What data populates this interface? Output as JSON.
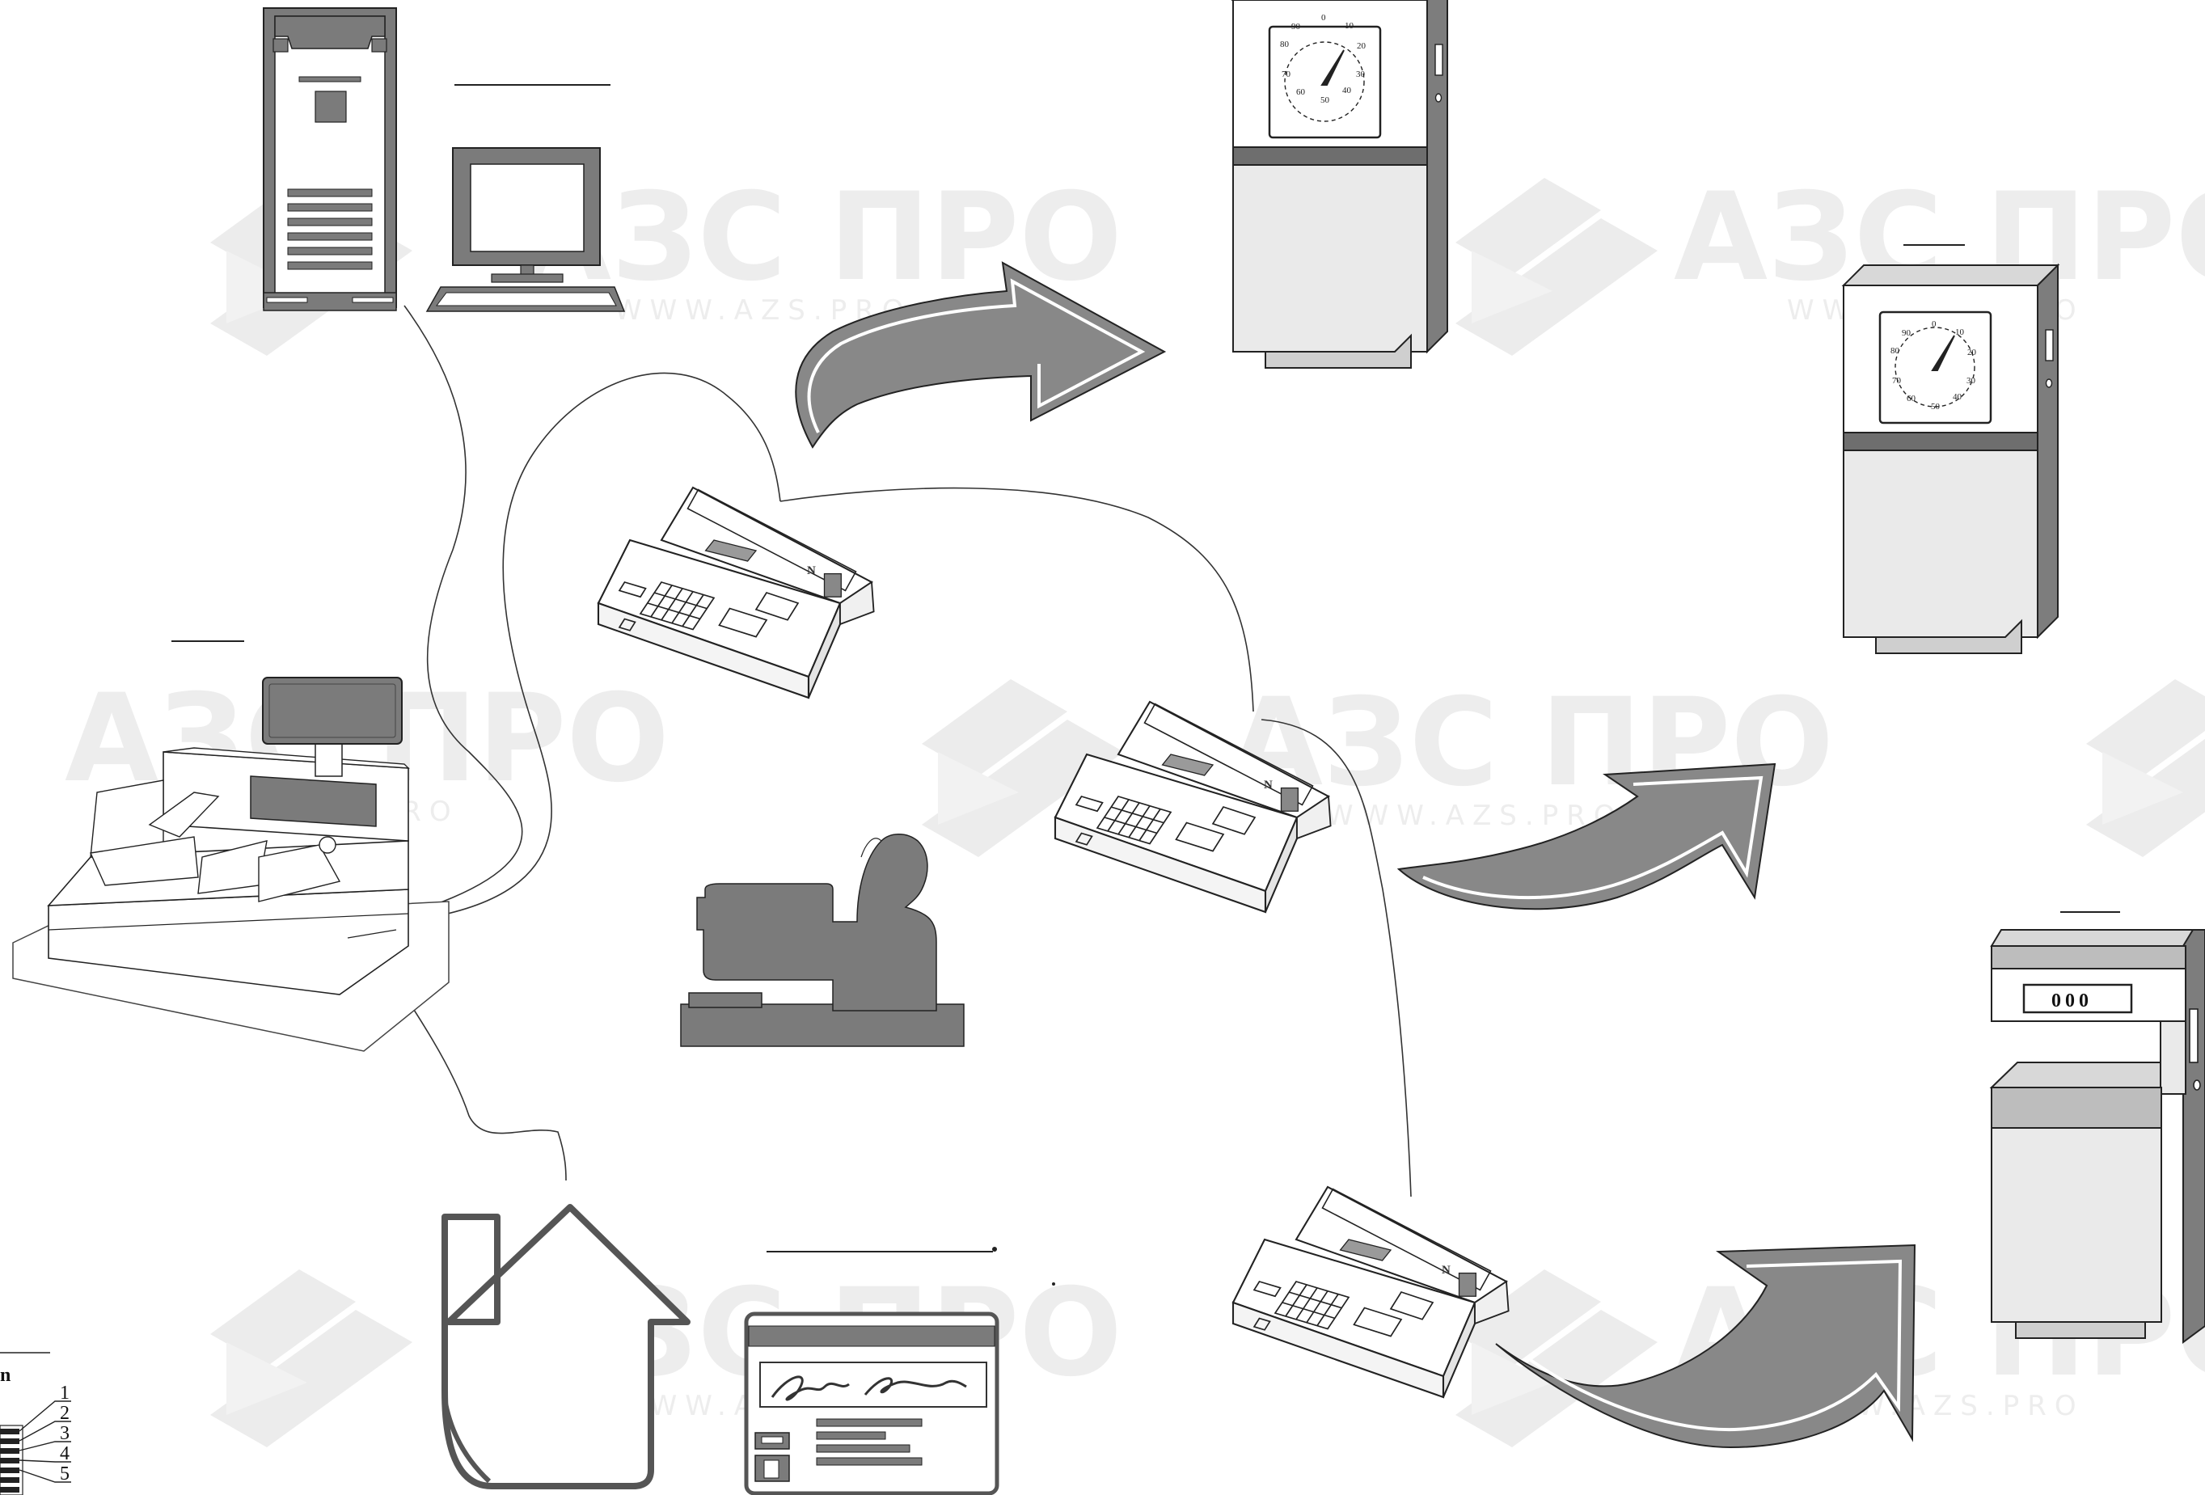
{
  "watermark": {
    "logo_text": "АЗС ПРО",
    "url_text": "WWW.AZS.PRO"
  },
  "dial": {
    "numbers": [
      "0",
      "10",
      "20",
      "30",
      "40",
      "50",
      "60",
      "70",
      "80",
      "90"
    ]
  },
  "pump_counter": {
    "value": "000"
  },
  "terminal": {
    "key_letter": "N"
  },
  "legend": {
    "header": "n",
    "numbers": [
      "1",
      "2",
      "3",
      "4",
      "5"
    ]
  },
  "colors": {
    "stroke": "#222222",
    "device_dark": "#7a7a7a",
    "device_light": "#e6e6e6",
    "watermark": "#ededed"
  }
}
